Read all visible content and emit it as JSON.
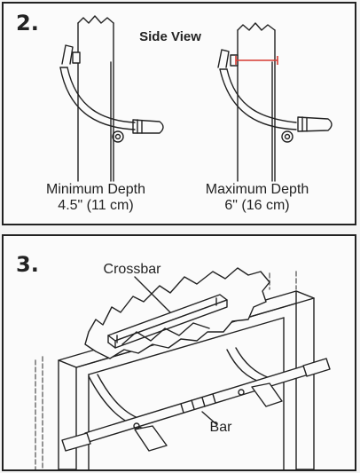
{
  "panel2": {
    "step": "2.",
    "title": "Side View",
    "min_label": "Minimum Depth",
    "min_value": "4.5\" (11 cm)",
    "max_label": "Maximum Depth",
    "max_value": "6\" (16 cm)",
    "measure_color": "#d63b32"
  },
  "panel3": {
    "step": "3.",
    "crossbar_label": "Crossbar",
    "bar_label": "Bar"
  }
}
